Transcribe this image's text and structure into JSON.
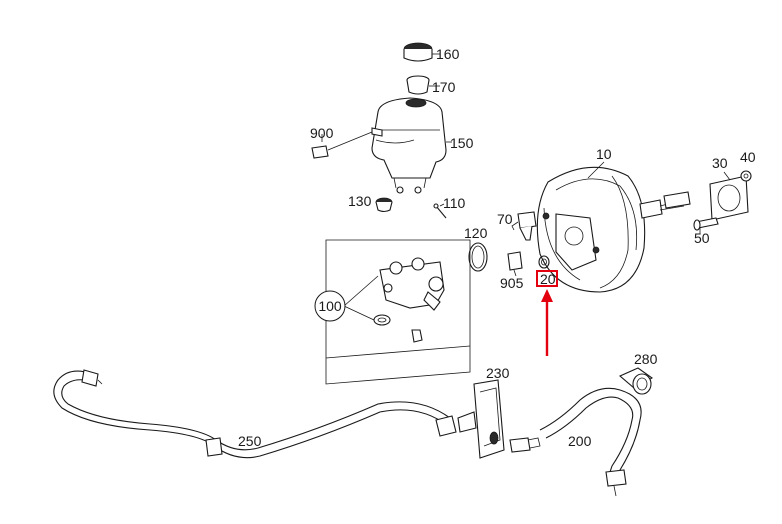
{
  "diagram": {
    "parts": {
      "p10": "10",
      "p20": "20",
      "p30": "30",
      "p40": "40",
      "p50": "50",
      "p70": "70",
      "p100": "100",
      "p110": "110",
      "p120": "120",
      "p130": "130",
      "p150": "150",
      "p160": "160",
      "p170": "170",
      "p200": "200",
      "p230": "230",
      "p250": "250",
      "p280": "280",
      "p900": "900",
      "p905": "905"
    },
    "highlighted_part": "20",
    "colors": {
      "highlight": "#e3000f",
      "ink": "#1a1a1a",
      "background": "#ffffff"
    }
  }
}
